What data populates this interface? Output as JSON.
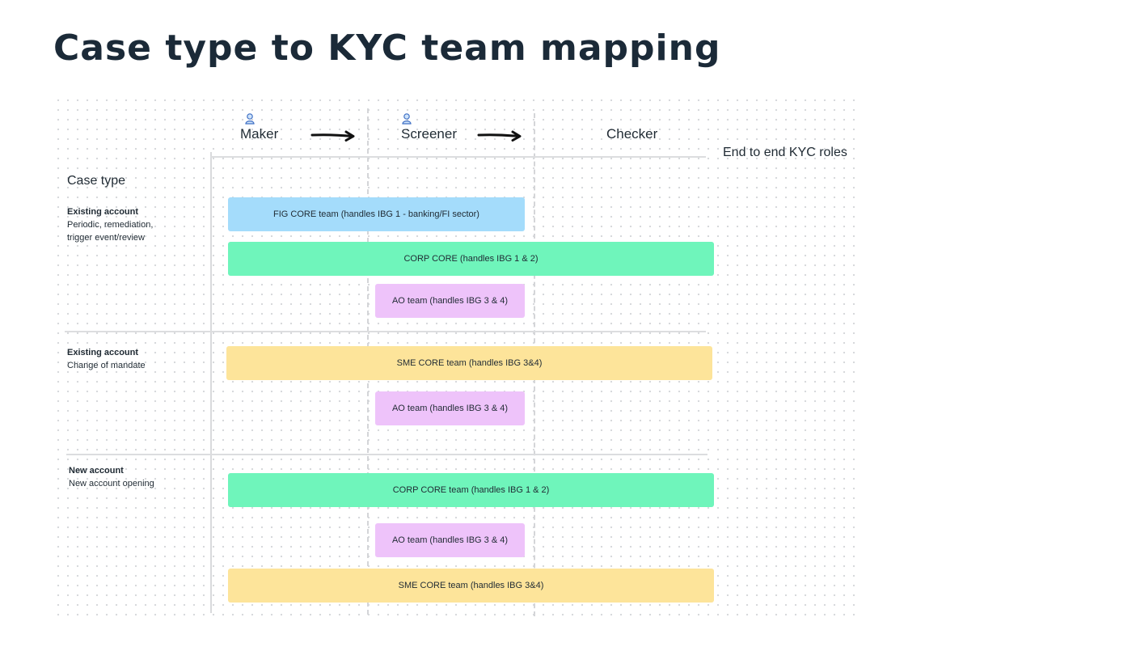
{
  "page_title": "Case type to KYC team mapping",
  "colors": {
    "title": "#1b2a38",
    "fig_core": "#a4dcfb",
    "corp_core": "#6ff5bb",
    "ao_team": "#eec3fa",
    "sme_core": "#fde49a",
    "grid_lines": "#d9dadc"
  },
  "roles": {
    "maker": "Maker",
    "screener": "Screener",
    "checker": "Checker",
    "caption": "End to end KYC roles",
    "icons": [
      "person-icon",
      "arrow-right-icon"
    ]
  },
  "case_type_title": "Case type",
  "case_groups": [
    {
      "title": "Existing account",
      "description": "Periodic, remediation,\ntrigger event/review",
      "teams": [
        {
          "label": "FIG CORE team (handles IBG 1 - banking/FI sector)",
          "roles": [
            "Maker",
            "Screener"
          ]
        },
        {
          "label": "CORP CORE (handles IBG 1 & 2)",
          "roles": [
            "Maker",
            "Screener",
            "Checker"
          ]
        },
        {
          "label": "AO team (handles IBG 3 & 4)",
          "roles": [
            "Screener"
          ]
        }
      ]
    },
    {
      "title": "Existing account",
      "description": "Change of mandate",
      "teams": [
        {
          "label": "SME CORE team (handles IBG 3&4)",
          "roles": [
            "Maker",
            "Screener",
            "Checker"
          ]
        },
        {
          "label": "AO team (handles IBG 3 & 4)",
          "roles": [
            "Screener"
          ]
        }
      ]
    },
    {
      "title": "New account",
      "description": "New account opening",
      "teams": [
        {
          "label": "CORP CORE team (handles IBG 1 & 2)",
          "roles": [
            "Maker",
            "Screener",
            "Checker"
          ]
        },
        {
          "label": "AO team (handles IBG 3 & 4)",
          "roles": [
            "Screener"
          ]
        },
        {
          "label": "SME CORE team (handles IBG 3&4)",
          "roles": [
            "Maker",
            "Screener",
            "Checker"
          ]
        }
      ]
    }
  ]
}
